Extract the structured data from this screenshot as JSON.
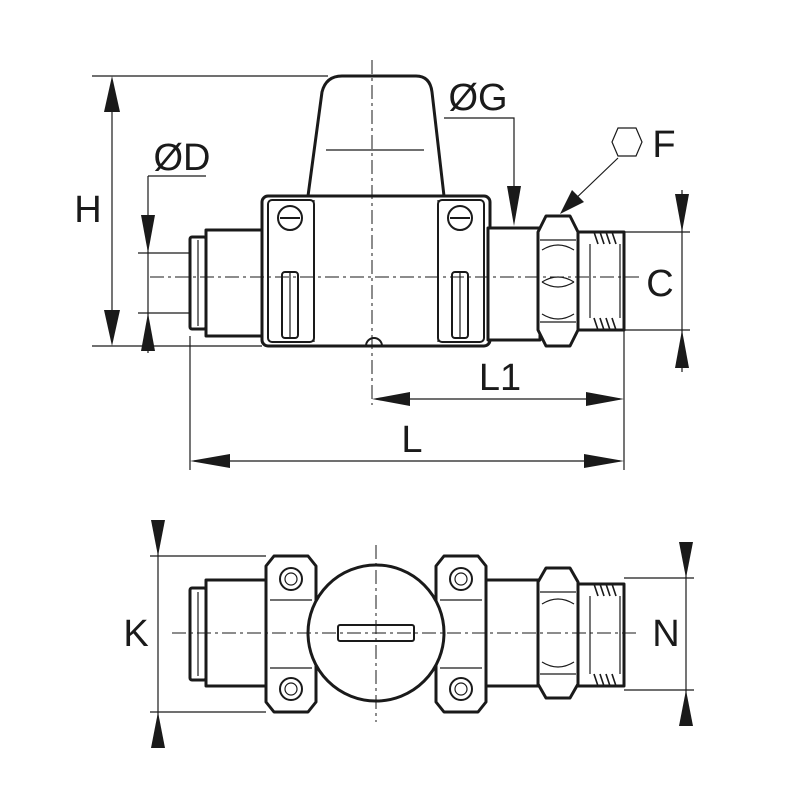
{
  "drawing": {
    "labels": {
      "H": "H",
      "D": "ØD",
      "G": "ØG",
      "F": "F",
      "C": "C",
      "L1": "L1",
      "L": "L",
      "K": "K",
      "N": "N"
    },
    "icons": {
      "F": "hexagon-icon"
    }
  }
}
